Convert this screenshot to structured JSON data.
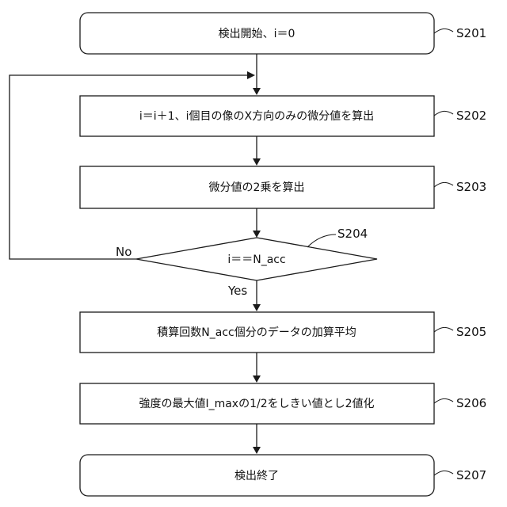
{
  "steps": {
    "s201": {
      "text": "検出開始、i＝0",
      "label": "S201"
    },
    "s202": {
      "text": "i＝i＋1、i個目の像のX方向のみの微分値を算出",
      "label": "S202"
    },
    "s203": {
      "text": "微分値の2乗を算出",
      "label": "S203"
    },
    "s204": {
      "text": "i＝＝N_acc",
      "label": "S204",
      "no": "No",
      "yes": "Yes"
    },
    "s205": {
      "text": "積算回数N_acc個分のデータの加算平均",
      "label": "S205"
    },
    "s206": {
      "text": "強度の最大値I_maxの1/2をしきい値とし2値化",
      "label": "S206"
    },
    "s207": {
      "text": "検出終了",
      "label": "S207"
    }
  }
}
